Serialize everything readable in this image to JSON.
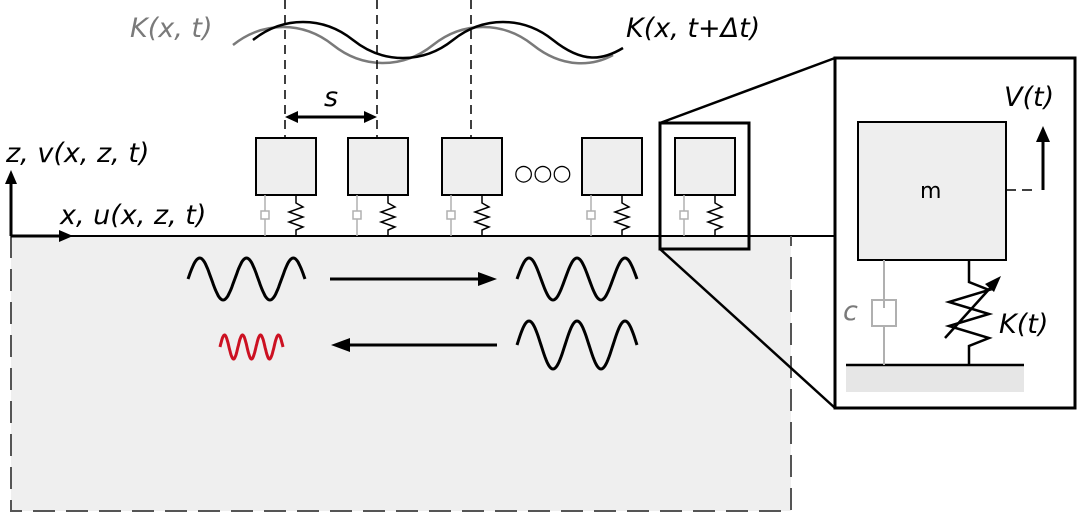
{
  "labels": {
    "k_xt": "K(x, t)",
    "k_xt_dt": "K(x, t+Δt)",
    "spacing": "s",
    "z_axis": "z, v(x, z, t)",
    "x_axis": "x, u(x, z, t)",
    "ellipsis": "○○○",
    "velocity": "V(t)",
    "mass": "m",
    "damper": "c",
    "stiffness": "K(t)"
  },
  "colors": {
    "substrate_fill": "#efefef",
    "block_fill": "#eeeeee",
    "black": "#000000",
    "grey_wave": "#7a7a7a",
    "damper_grey": "#b0b0b0",
    "red_wave": "#cc1122"
  }
}
